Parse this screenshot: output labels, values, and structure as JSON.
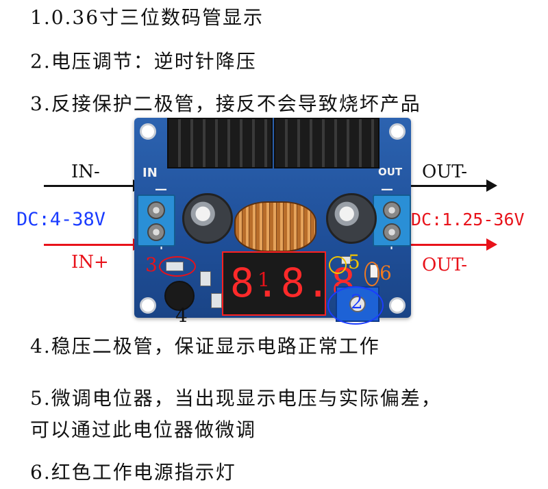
{
  "notes": [
    "1.0.36寸三位数码管显示",
    "2.电压调节：逆时针降压",
    "3.反接保护二极管，接反不会导致烧坏产品",
    "4.稳压二极管，保证显示电路正常工作",
    "5.微调电位器，当出现显示电压与实际偏差，",
    "可以通过此电位器做微调",
    "6.红色工作电源指示灯"
  ],
  "labels": {
    "in_minus": "IN-",
    "in_plus": "IN+",
    "dc_in": "DC:4-38V",
    "out_minus_top": "OUT-",
    "out_minus_bottom": "OUT-",
    "dc_out": "DC:1.25-36V"
  },
  "markers": [
    "1",
    "2",
    "3",
    "4",
    "5",
    "6"
  ],
  "board_silk": {
    "in": "IN",
    "out": "OUT",
    "minus_left": "—",
    "plus_left": "+",
    "minus_right": "—",
    "plus_right": "+"
  },
  "display_value": "8.8.8",
  "colors": {
    "board": "#1f4f99",
    "highlight_red": "#e8121a",
    "highlight_blue": "#1a3cff",
    "highlight_yellow": "#f2c300",
    "highlight_orange": "#f07a20"
  }
}
